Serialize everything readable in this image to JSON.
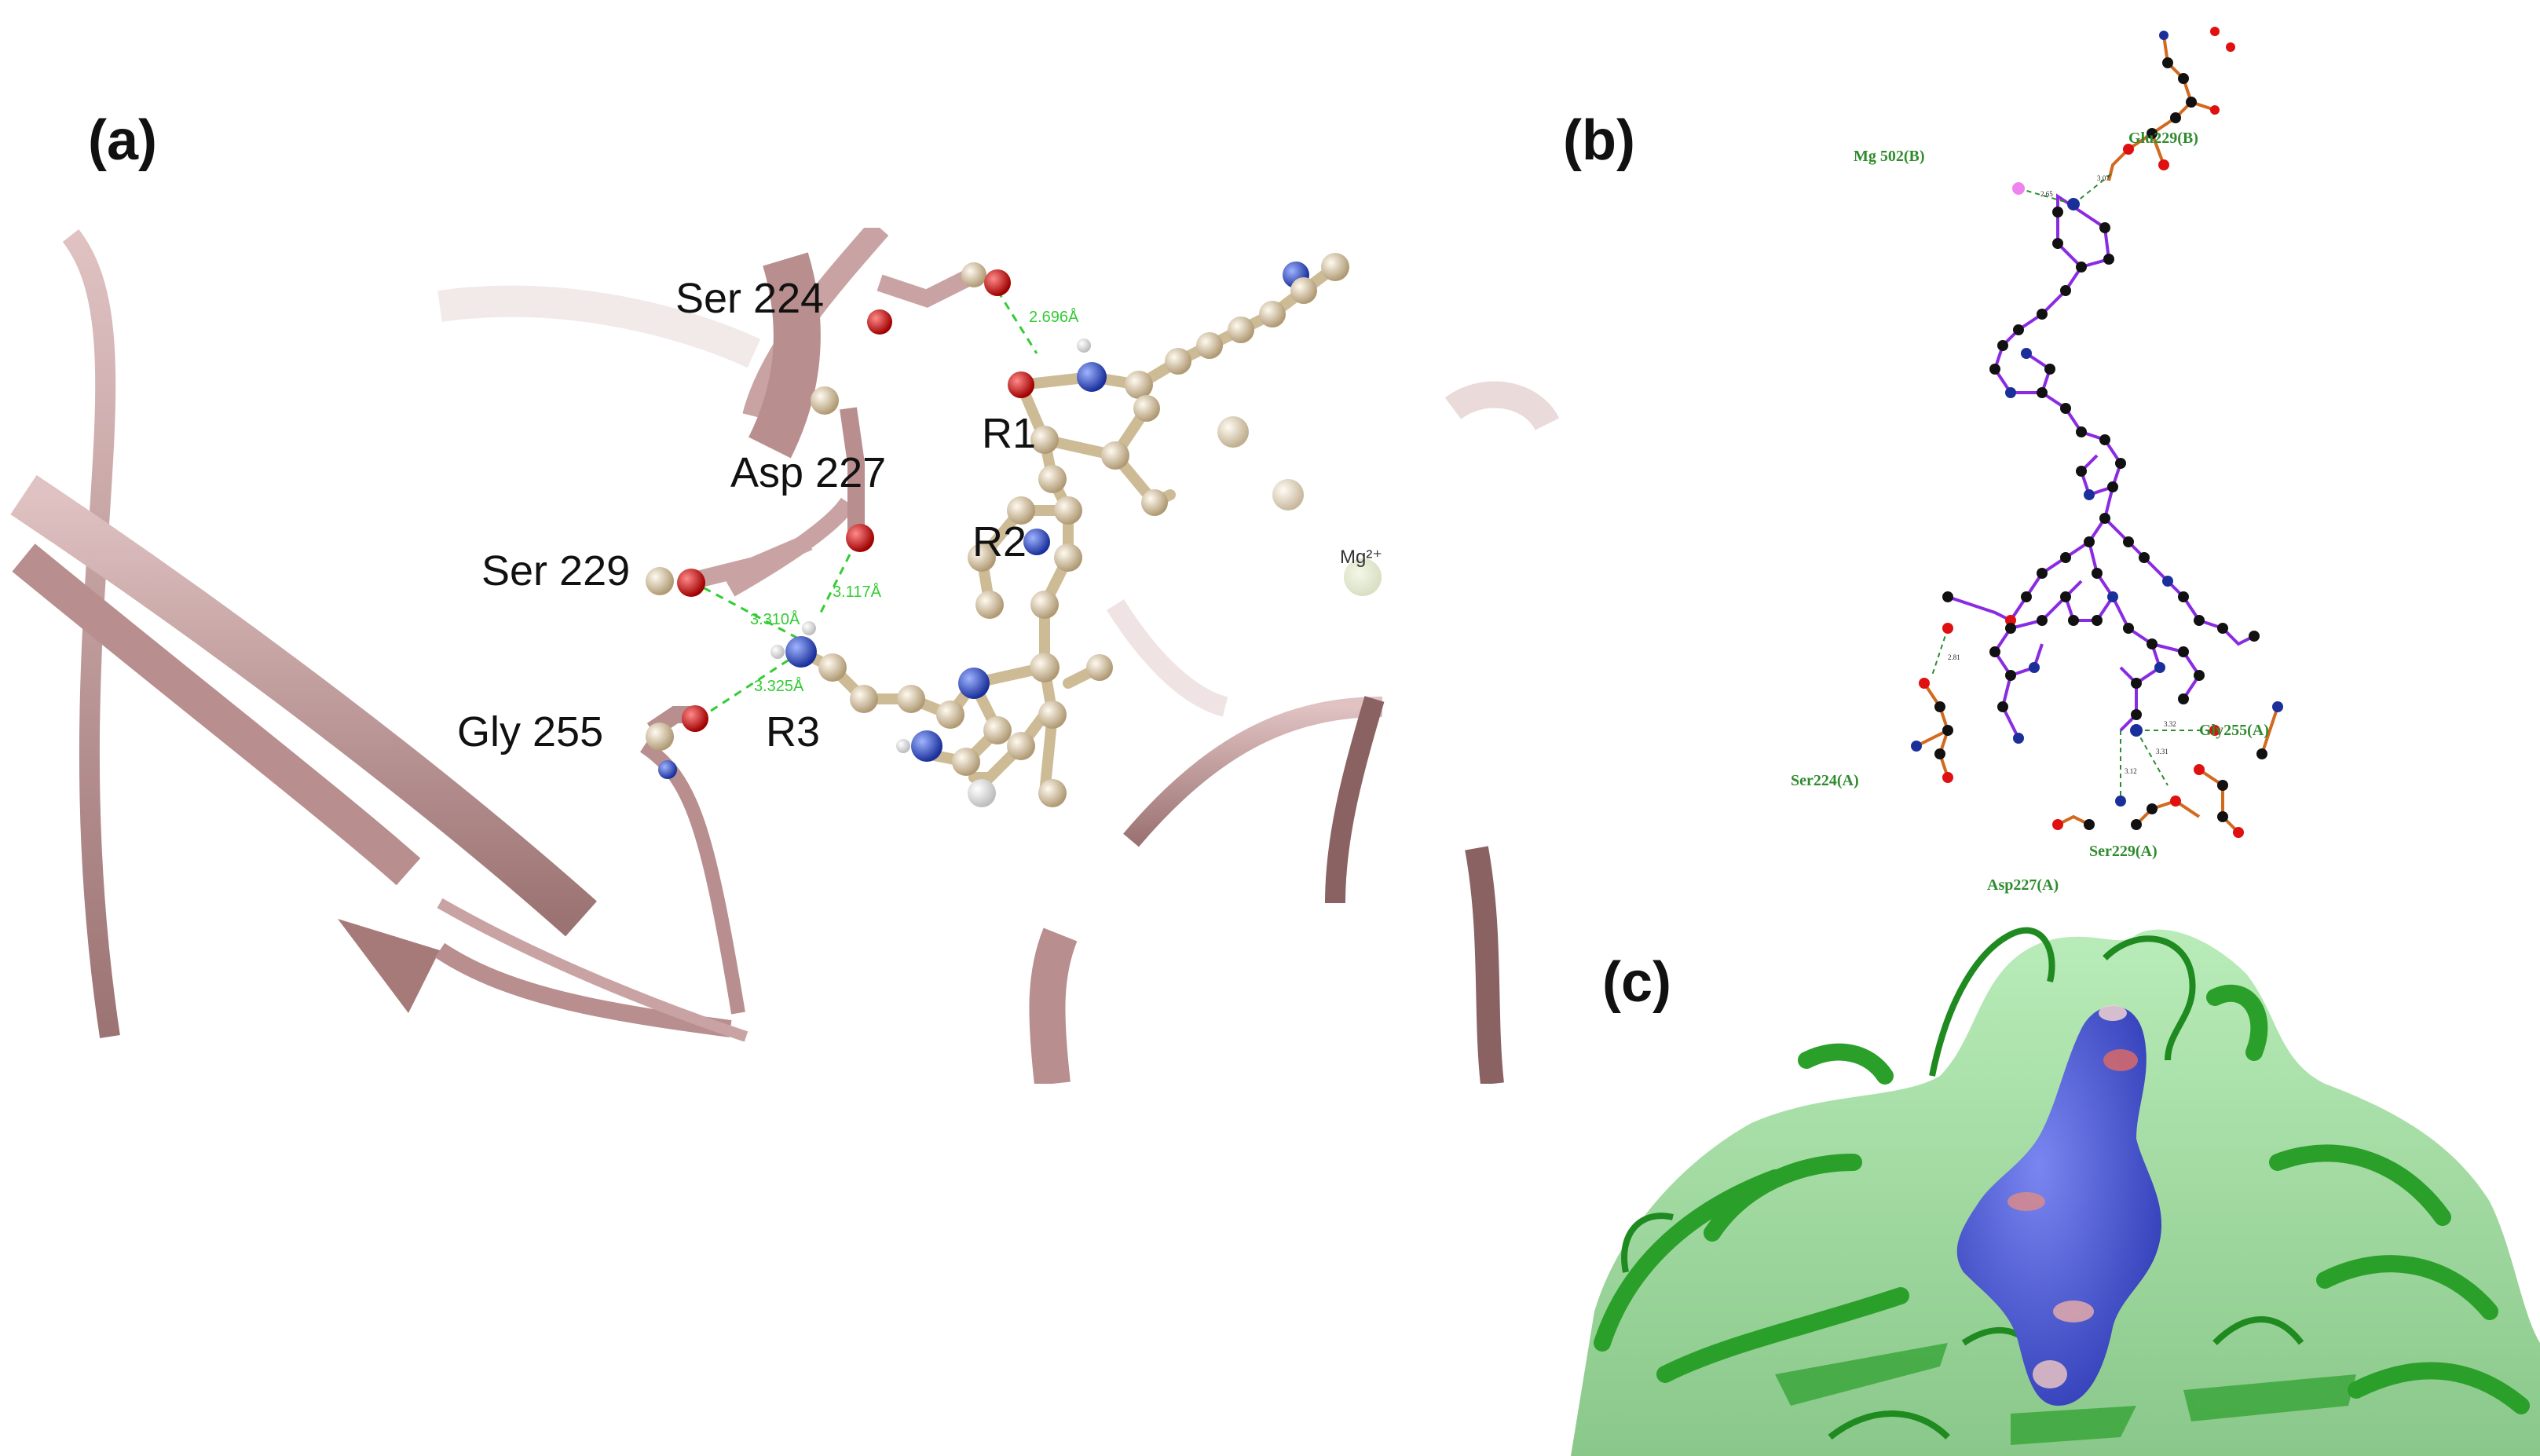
{
  "panels": {
    "a": {
      "label": "(a)",
      "residues": {
        "ser224": "Ser 224",
        "asp227": "Asp 227",
        "ser229": "Ser 229",
        "gly255": "Gly 255"
      },
      "rings": {
        "r1": "R1",
        "r2": "R2",
        "r3": "R3"
      },
      "ion": "Mg²⁺",
      "hbonds": {
        "ser224": "2.696Å",
        "asp227": "3.117Å",
        "ser229": "3.310Å",
        "gly255": "3.325Å"
      }
    },
    "b": {
      "label": "(b)",
      "residues": {
        "mg502": "Mg 502(B)",
        "glu229": "Glu229(B)",
        "gly255": "Gly255(A)",
        "ser224": "Ser224(A)",
        "ser229": "Ser229(A)",
        "asp227": "Asp227(A)"
      },
      "distances": {
        "d1": "2.65",
        "d2": "3.07",
        "d3": "3.32",
        "d4": "3.31",
        "d5": "3.12",
        "d6": "2.81"
      }
    },
    "c": {
      "label": "(c)"
    }
  },
  "colors": {
    "ribbon_a": "#c9a3a3",
    "ribbon_a_dark": "#8a6262",
    "ligand_carbon": "#d8c7a4",
    "oxygen": "#e01010",
    "nitrogen": "#2a4fd6",
    "hbond": "#33cc33",
    "bond_ligand_b": "#8a2be2",
    "bond_residue_b": "#d2691e",
    "protein_c": "#3fbf3f",
    "surface_c": "#4a57d8"
  }
}
